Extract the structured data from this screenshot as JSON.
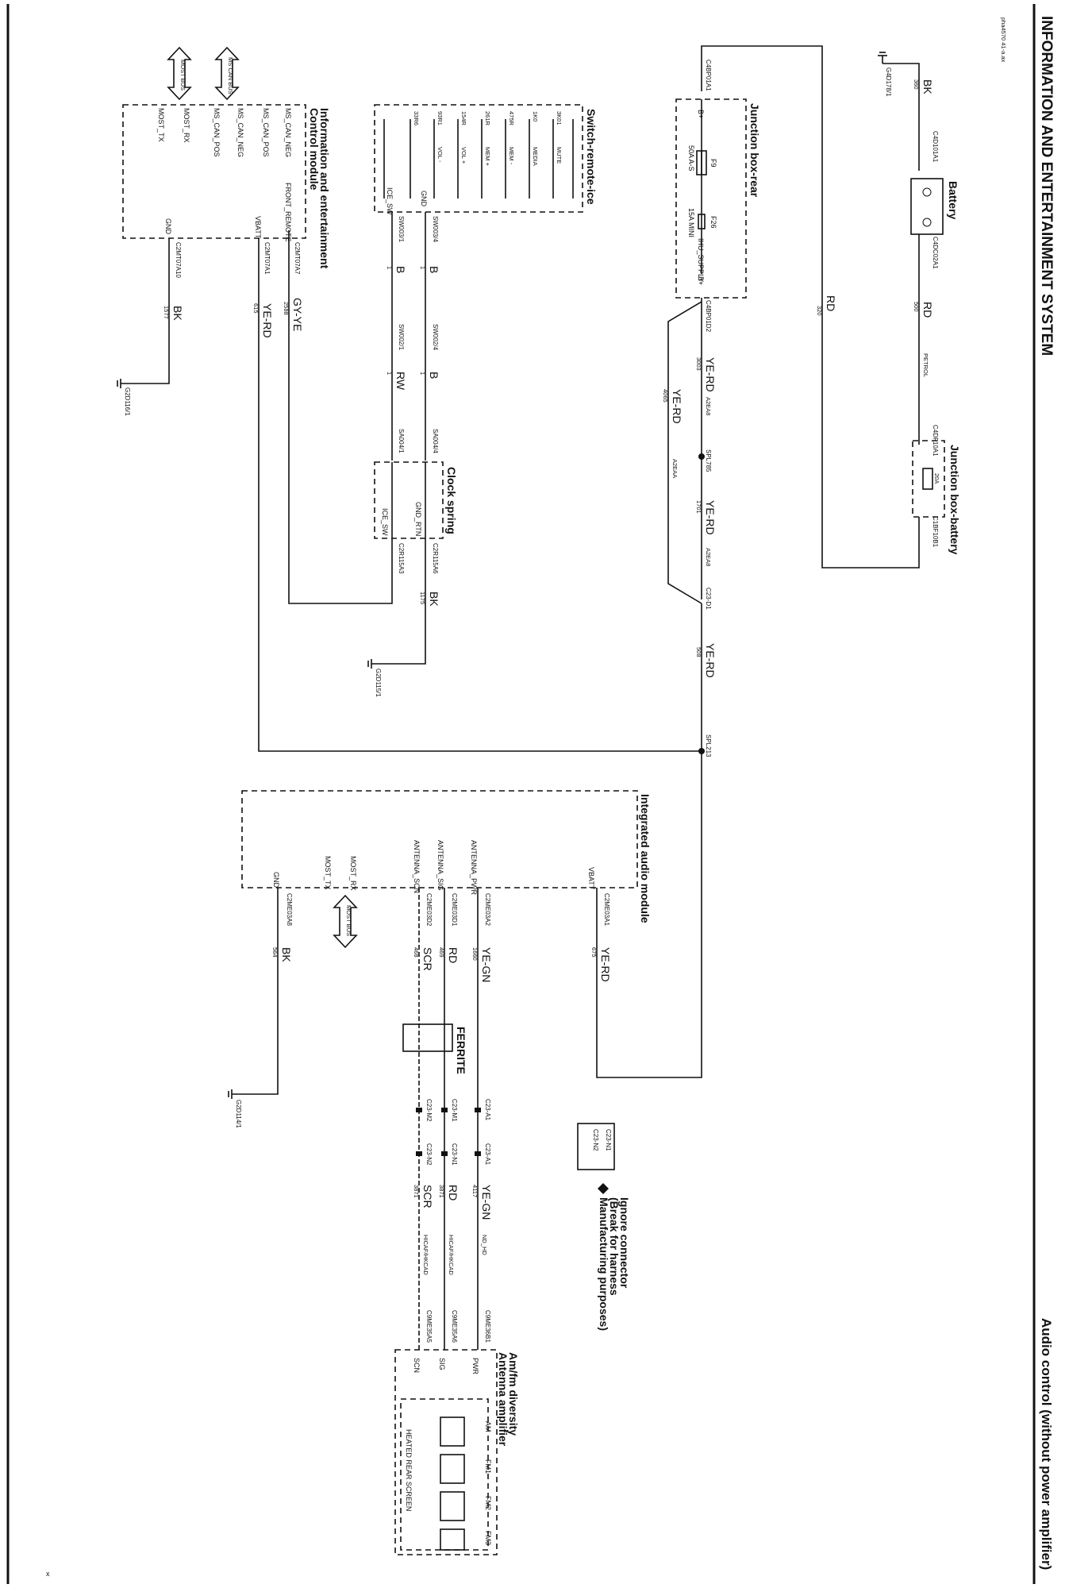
{
  "header": {
    "section_title": "INFORMATION AND ENTERTAINMENT SYSTEM",
    "diagram_title": "Audio control (without power amplifier)",
    "sheet_ref": "pha4570 41-a.ax"
  },
  "modules": {
    "battery": "Battery",
    "jb_battery": "Junction box-battery",
    "jb_rear": "Junction box-rear",
    "switch_remote": "Switch-remote-ice",
    "iecm_line1": "Information and entertainment",
    "iecm_line2": "Control module",
    "clock_spring": "Clock spring",
    "iam": "Integrated audio module",
    "antenna_line1": "Am/fm diversity",
    "antenna_line2": "Antenna amplifier",
    "ferrite": "FERRITE"
  },
  "legend": {
    "conn_top": "C23-N1",
    "conn_bottom": "C23-N2",
    "note_line1": "Ignore connector",
    "note_line2": "(Break for harness",
    "note_line3": "Manufacturing purposes)"
  },
  "fuses": {
    "f9_name": "F9",
    "f9_rating": "50A A-S",
    "f26_name": "F26",
    "f26_rating": "15A MINI",
    "jbb_fuse": "20A",
    "ihu_supply": "IHU_SUPPLY",
    "b_plus_a": "B+",
    "b_plus_b": "B+",
    "b_plus_c": "B+"
  },
  "switch_buttons": {
    "resistors": [
      "3K01",
      "1K0",
      "475R",
      "261R",
      "154R",
      "93R1",
      "33R6"
    ],
    "labels": [
      "MUTE",
      "MEDIA",
      "MEM -",
      "MEM +",
      "VOL +",
      "VOL -"
    ],
    "gnd": "GND",
    "ice_sw": "ICE_SW"
  },
  "clock_pins": {
    "gnd_rtn": "GND_RTN",
    "ice_sw": "ICE_SW"
  },
  "iecm_pins": {
    "ms_can_neg_1": "MS_CAN_NEG",
    "ms_can_pos_1": "MS_CAN_POS",
    "ms_can_neg_2": "MS_CAN_NEG",
    "ms_can_pos_2": "MS_CAN_POS",
    "most_rx": "MOST_RX",
    "most_tx": "MOST_TX",
    "front_remote": "FRONT_REMOTE",
    "vbatt": "VBATT",
    "gnd": "GND",
    "ms_can_bus": "MS CAN BUS",
    "most_bus": "MOST BUS"
  },
  "iam_pins": {
    "vbatt": "VBATT",
    "antenna_pwr": "ANTENNA_PWR",
    "antenna_sig": "ANTENNA_SIG",
    "antenna_scn": "ANTENNA_SCN",
    "most_rx": "MOST_RX",
    "most_tx": "MOST_TX",
    "gnd": "GND",
    "most_bus": "MOST BUS"
  },
  "antenna": {
    "pwr": "PWR",
    "sig": "SIG",
    "scn": "SCN",
    "am": "AM",
    "fm1": "FM1",
    "fm2": "FM2",
    "fm3": "FM3",
    "heated": "HEATED REAR SCREEN"
  },
  "connectors": {
    "c4d101a1": "C4D101A1",
    "c4dc02a1": "C4DC02A1",
    "c4df10a1": "C4DF10A1",
    "c1bf10b1": "C1BF10B1",
    "c4bp01a1": "C4BP01A1",
    "c4bp01d2": "C4BP01D2",
    "spl785": "SPL785",
    "c23d1": "C23-D1",
    "spl213": "SPL213",
    "sw003_1": "SW003/1",
    "sw003_4": "SW003/4",
    "sw002_1": "SW002/1",
    "sw002_4": "SW002/4",
    "sa004_1": "SA004/1",
    "sa004_4": "SA004/4",
    "c2r115a6": "C2R115A6",
    "c2r115a3": "C2R115A3",
    "c2mt07a7": "C2MT07A7",
    "c2mt07a1": "C2MT07A1",
    "c2mt07a10": "C2MT07A10",
    "c2me03a1": "C2ME03A1",
    "c2me03a2": "C2ME03A2",
    "c2me03d1": "C2ME03D1",
    "c2me03d2": "C2ME03D2",
    "c2me03a8": "C2ME03A8",
    "c23a1_l": "C23-A1",
    "c23m1": "C23-M1",
    "c23m2": "C23-M2",
    "c23a1_r": "C23-A1",
    "c23n1": "C23-N1",
    "c23n2": "C23-N2",
    "c9me36b1": "C9ME36B1",
    "c9me35a6": "C9ME35A6",
    "c9me35a5": "C9ME35A5"
  },
  "grounds": {
    "g4d178": "G4D178/1",
    "g2d116": "G2D116/1",
    "g2d115": "G2D115/1",
    "g2d114": "G2D114/1"
  },
  "wires": {
    "w_bk_batt": {
      "color": "BK",
      "circuit": "360"
    },
    "w_rd_batt": {
      "color": "RD",
      "circuit": "500",
      "code": "PETROL"
    },
    "w_rd_long": {
      "color": "RD",
      "circuit": "320"
    },
    "w_yerd_3003": {
      "color": "YE-RD",
      "circuit": "3003",
      "code": "A2EA8"
    },
    "w_yerd_4065": {
      "color": "YE-RD",
      "circuit": "4065",
      "code": "A2EAA"
    },
    "w_yerd_1701": {
      "color": "YE-RD",
      "circuit": "1701",
      "code": "A2EA8"
    },
    "w_yerd_508": {
      "color": "YE-RD",
      "circuit": "508"
    },
    "w_b_top": {
      "color": "B",
      "circuit": "1"
    },
    "w_b_bot": {
      "color": "B",
      "circuit": "1"
    },
    "w_b_top2": {
      "color": "B",
      "circuit": "1"
    },
    "w_rw": {
      "color": "RW",
      "circuit": "1"
    },
    "w_bk_1175": {
      "color": "BK",
      "circuit": "1175"
    },
    "w_gyye_2588": {
      "color": "GY-YE",
      "circuit": "2588"
    },
    "w_yerd_615": {
      "color": "YE-RD",
      "circuit": "615"
    },
    "w_bk_1577": {
      "color": "BK",
      "circuit": "1577"
    },
    "w_yerd_675": {
      "color": "YE-RD",
      "circuit": "675"
    },
    "w_yegn_1660": {
      "color": "YE-GN",
      "circuit": "1660"
    },
    "w_rd_469": {
      "color": "RD",
      "circuit": "469"
    },
    "w_scr_468": {
      "color": "SCR",
      "circuit": "468"
    },
    "w_bk_564": {
      "color": "BK",
      "circuit": "564"
    },
    "w_yegn_4117": {
      "color": "YE-GN",
      "circuit": "4117",
      "code": "ND_HD"
    },
    "w_rd_3871": {
      "color": "RD",
      "circuit": "3871",
      "code": "HICAF/HKCAD"
    },
    "w_scr_3871": {
      "color": "SCR",
      "circuit": "3871",
      "code": "HICAF/HKCAD"
    }
  },
  "footer_mark": "x"
}
